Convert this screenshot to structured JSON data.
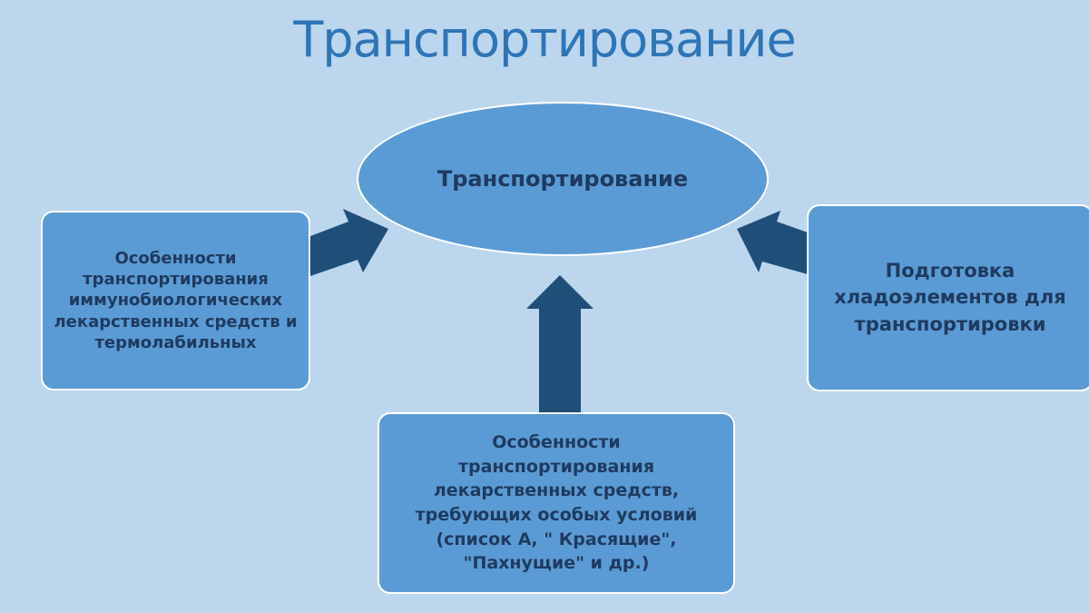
{
  "title": "Транспортирование",
  "center": {
    "label": "Транспортирование"
  },
  "boxes": {
    "left": "Особенности\nтранспортирования\nиммунобиологических\nлекарственных средств и\nтермолабильных",
    "right": "Подготовка\nхладоэлементов для\nтранспортировки",
    "bottom": "Особенности\nтранспортирования\nлекарственных средств,\nтребующих особых условий\n(список А, \" Красящие\",\n\"Пахнущие\" и др.)"
  },
  "colors": {
    "background": "#bcd6ee",
    "shape_fill": "#5b9bd5",
    "arrow_fill": "#1f4e79",
    "text": "#1f3a5f",
    "title": "#2e75b6"
  }
}
